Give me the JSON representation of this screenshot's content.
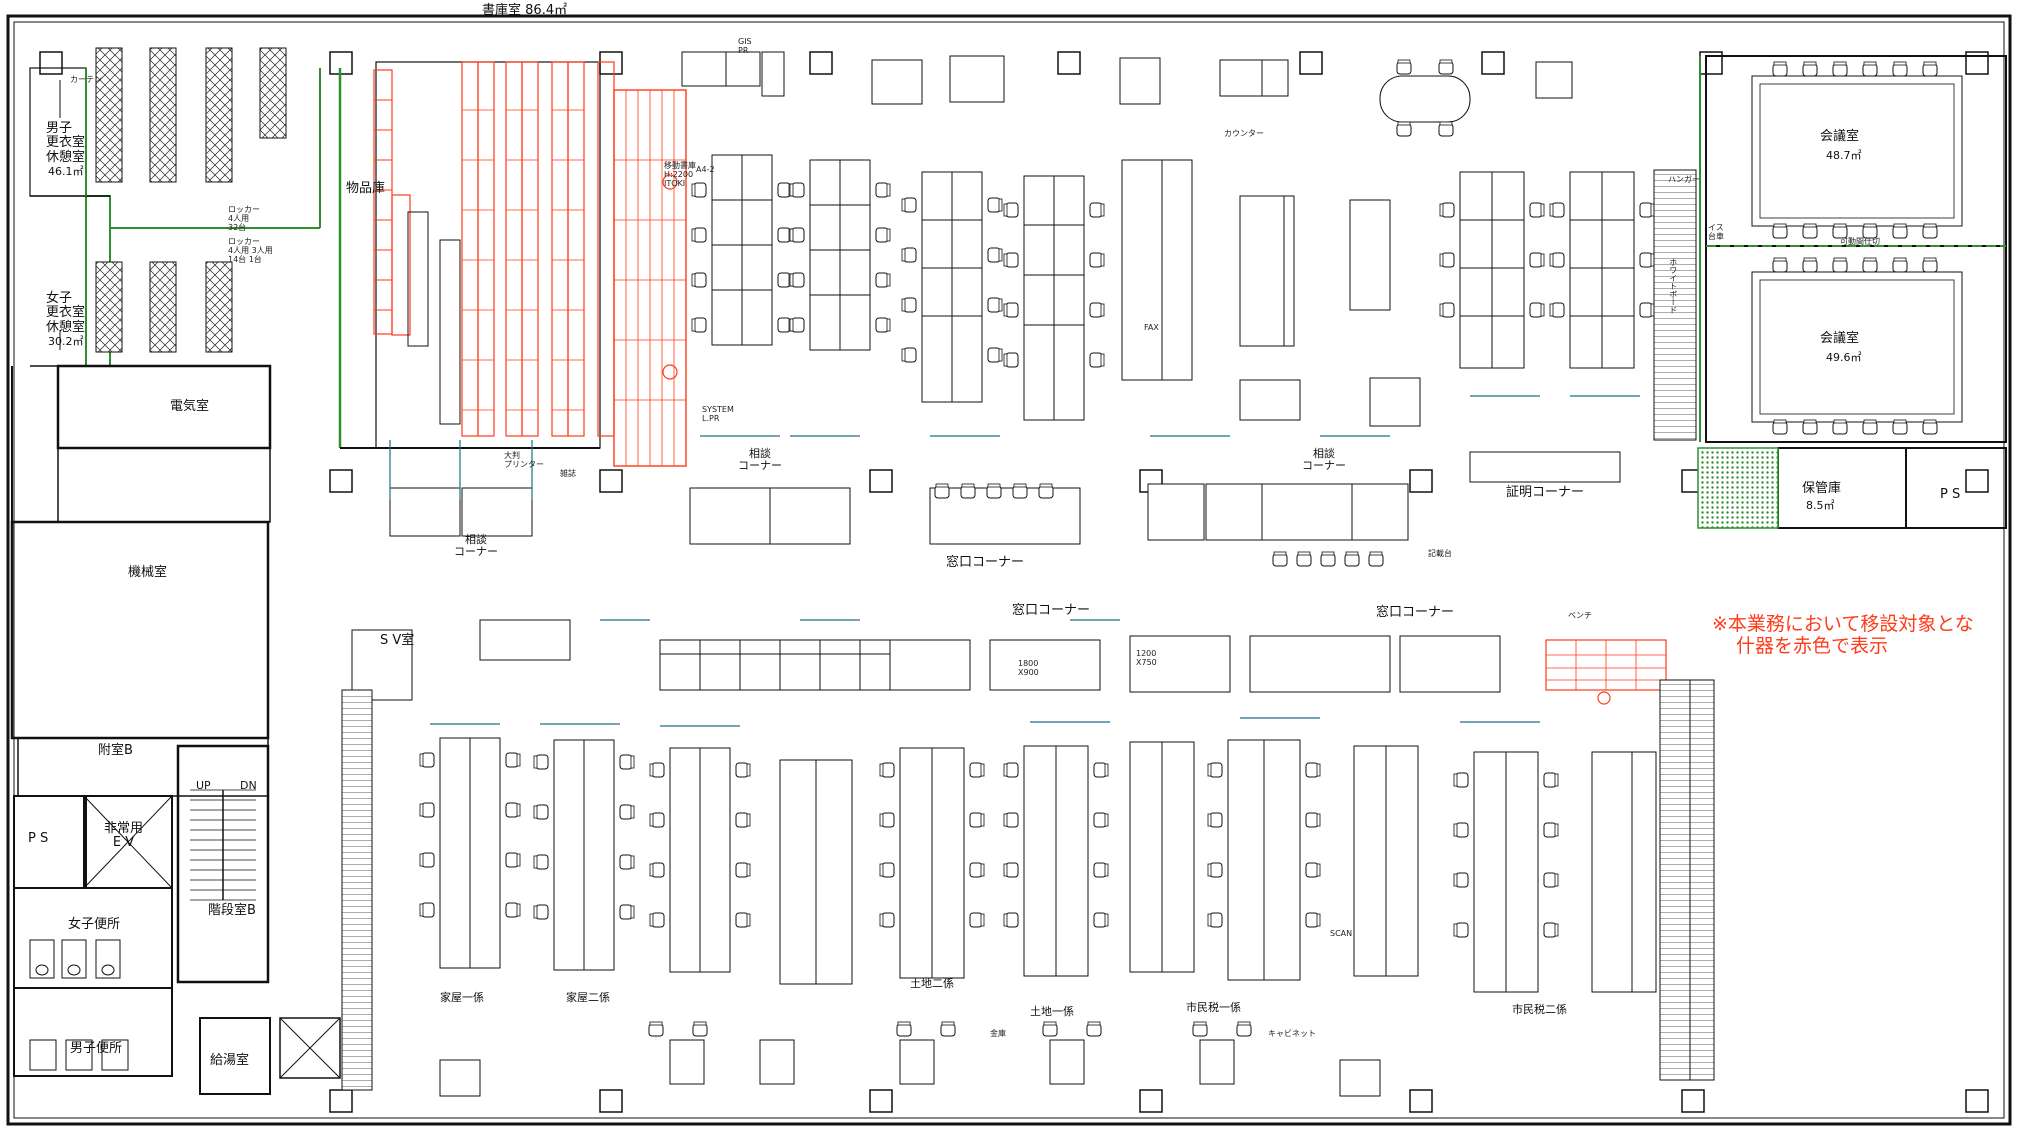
{
  "rooms": {
    "archive": "書庫室",
    "archive_area": "86.4㎡",
    "male_locker": "男子\n更衣室\n休憩室",
    "male_locker_area": "46.1㎡",
    "female_locker": "女子\n更衣室\n休憩室",
    "female_locker_area": "30.2㎡",
    "storage": "物品庫",
    "electrical": "電気室",
    "machine": "機械室",
    "annex_b": "附室B",
    "ps": "P S",
    "emergency_ev": "非常用\nE V",
    "stair_b": "階段室B",
    "female_wc": "女子便所",
    "male_wc": "男子便所",
    "kitchenette": "給湯室",
    "sv_room": "S V室",
    "meeting1": "会議室",
    "meeting1_area": "48.7㎡",
    "meeting2": "会議室",
    "meeting2_area": "49.6㎡",
    "custodian": "保管庫",
    "custodian_area": "8.5㎡",
    "ps_right": "P S"
  },
  "corners": {
    "consult_left": "相談\nコーナー",
    "consult_mid": "相談\nコーナー",
    "consult_right": "相談\nコーナー",
    "window_top": "窓口コーナー",
    "window_mid": "窓口コーナー",
    "window_right": "窓口コーナー",
    "certificate": "証明コーナー"
  },
  "stair": {
    "up": "UP",
    "dn": "DN"
  },
  "sections": {
    "kaoku1": "家屋一係",
    "kaoku2": "家屋二係",
    "tochi2": "土地二係",
    "tochi1": "土地一係",
    "shimin1": "市民税一係",
    "shimin2": "市民税二係"
  },
  "labels": {
    "locker1": "ロッカー\n4人用\n32台",
    "locker2": "ロッカー\n4人用 3人用\n14台 1台",
    "curtain": "カーテン",
    "hanger": "ハンガー",
    "whiteboard": "ホワイトボード",
    "chair": "イス\n台車",
    "partition": "可動間仕切",
    "counter": "カウンター",
    "bench": "ベンチ",
    "printer": "大判\nプリンター",
    "magazine": "雑誌",
    "desk_w": "1800\nX900",
    "desk_n": "1200\nX750",
    "a4": "A4-2",
    "system": "SYSTEM\nL.PR",
    "mover": "移動書庫\nH:2200\nITOKI",
    "fax": "FAX",
    "scan": "SCAN",
    "gis": "GIS\nPR",
    "safe": "金庫",
    "store_record": "記載台",
    "cabinet": "キャビネット"
  },
  "note": {
    "line1": "※本業務において移設対象とな",
    "line2": "什器を赤色で表示"
  },
  "colors": {
    "wall": "#111111",
    "furniture": "#1a1a1a",
    "teal": "#1f6f8b",
    "green": "#2f8f2f",
    "red": "#ff3b1a"
  }
}
